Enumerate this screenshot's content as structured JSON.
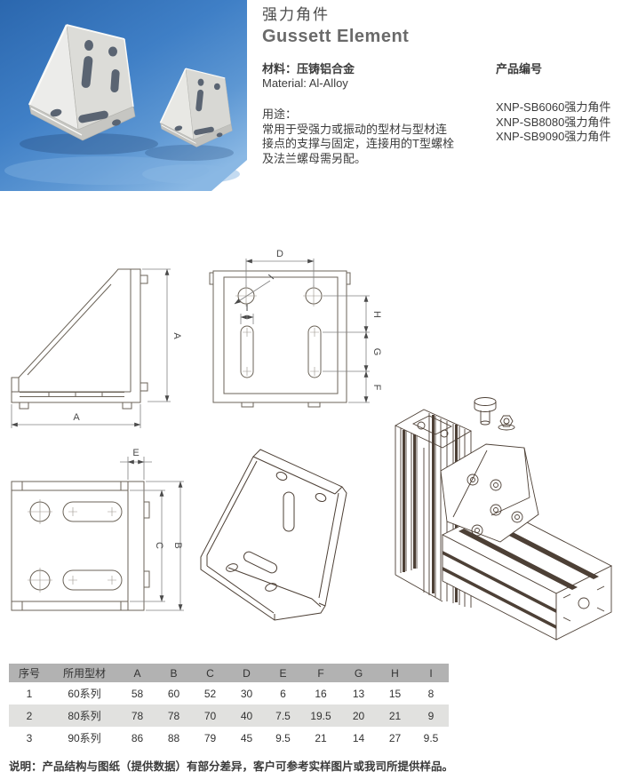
{
  "header": {
    "title_zh": "强力角件",
    "title_en": "Gussett Element",
    "material_zh": "材料：压铸铝合金",
    "material_en": "Material: Al-Alloy",
    "part_no_label": "产品编号",
    "part_numbers": [
      "XNP-SB6060强力角件",
      "XNP-SB8080强力角件",
      "XNP-SB9090强力角件"
    ],
    "usage_label": "用途：",
    "usage_line1": "常用于受强力或振动的型材与型材连",
    "usage_line2": "接点的支撑与固定，连接用的T型螺栓",
    "usage_line3": "及法兰螺母需另配。"
  },
  "dims": {
    "A": "A",
    "B": "B",
    "C": "C",
    "D": "D",
    "E": "E",
    "F": "F",
    "G": "G",
    "H": "H",
    "I": "I"
  },
  "table": {
    "headers": [
      "序号",
      "所用型材",
      "A",
      "B",
      "C",
      "D",
      "E",
      "F",
      "G",
      "H",
      "I"
    ],
    "rows": [
      [
        "1",
        "60系列",
        "58",
        "60",
        "52",
        "30",
        "6",
        "16",
        "13",
        "15",
        "8"
      ],
      [
        "2",
        "80系列",
        "78",
        "78",
        "70",
        "40",
        "7.5",
        "19.5",
        "20",
        "21",
        "9"
      ],
      [
        "3",
        "90系列",
        "86",
        "88",
        "79",
        "45",
        "9.5",
        "21",
        "14",
        "27",
        "9.5"
      ]
    ]
  },
  "note": "说明：产品结构与图纸（提供数据）有部分差异，客户可参考实样图片或我司所提供样品。",
  "colors": {
    "photo_blue_dark": "#2b67ae",
    "photo_blue": "#3f7fc6",
    "photo_blue_light": "#8ab8e4",
    "table_header_bg": "#b2b2b2",
    "table_alt_row_bg": "#e1e1df",
    "drawing_stroke": "#6b6358",
    "iso_stroke": "#4d4036"
  }
}
